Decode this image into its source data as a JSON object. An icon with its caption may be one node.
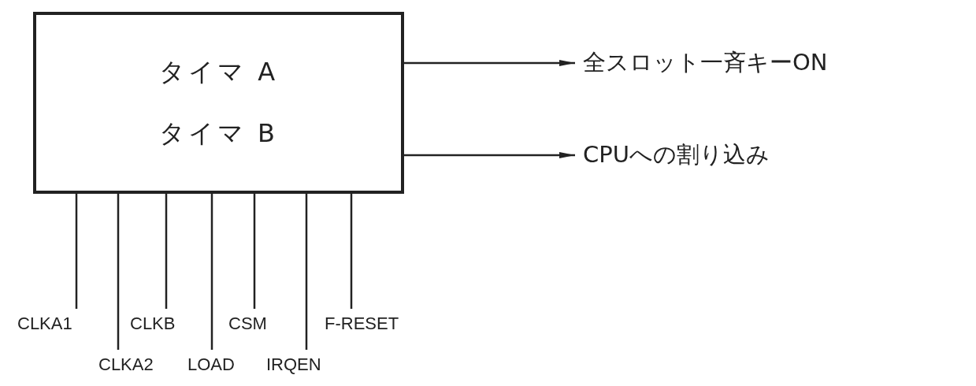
{
  "diagram": {
    "nodes": [
      {
        "text": [
          "タイマ A",
          "タイマ B"
        ]
      },
      {
        "text": [
          "全スロット一斉キーON"
        ]
      },
      {
        "text": [
          "CPUへの割り込み"
        ]
      },
      {
        "text": [
          "CLKA1"
        ]
      },
      {
        "text": [
          "CLKA2"
        ]
      },
      {
        "text": [
          "CLKB"
        ]
      },
      {
        "text": [
          "LOAD"
        ]
      },
      {
        "text": [
          "CSM"
        ]
      },
      {
        "text": [
          "IRQEN"
        ]
      },
      {
        "text": [
          "F-RESET"
        ]
      }
    ],
    "edges": [
      {
        "from": 0,
        "to": 1,
        "arrow": "to"
      },
      {
        "from": 0,
        "to": 2,
        "arrow": "to"
      },
      {
        "from": 0,
        "to": 3,
        "arrow": "none"
      },
      {
        "from": 0,
        "to": 4,
        "arrow": "none"
      },
      {
        "from": 0,
        "to": 5,
        "arrow": "none"
      },
      {
        "from": 0,
        "to": 6,
        "arrow": "none"
      },
      {
        "from": 0,
        "to": 7,
        "arrow": "none"
      },
      {
        "from": 0,
        "to": 8,
        "arrow": "none"
      },
      {
        "from": 0,
        "to": 9,
        "arrow": "none"
      }
    ]
  }
}
